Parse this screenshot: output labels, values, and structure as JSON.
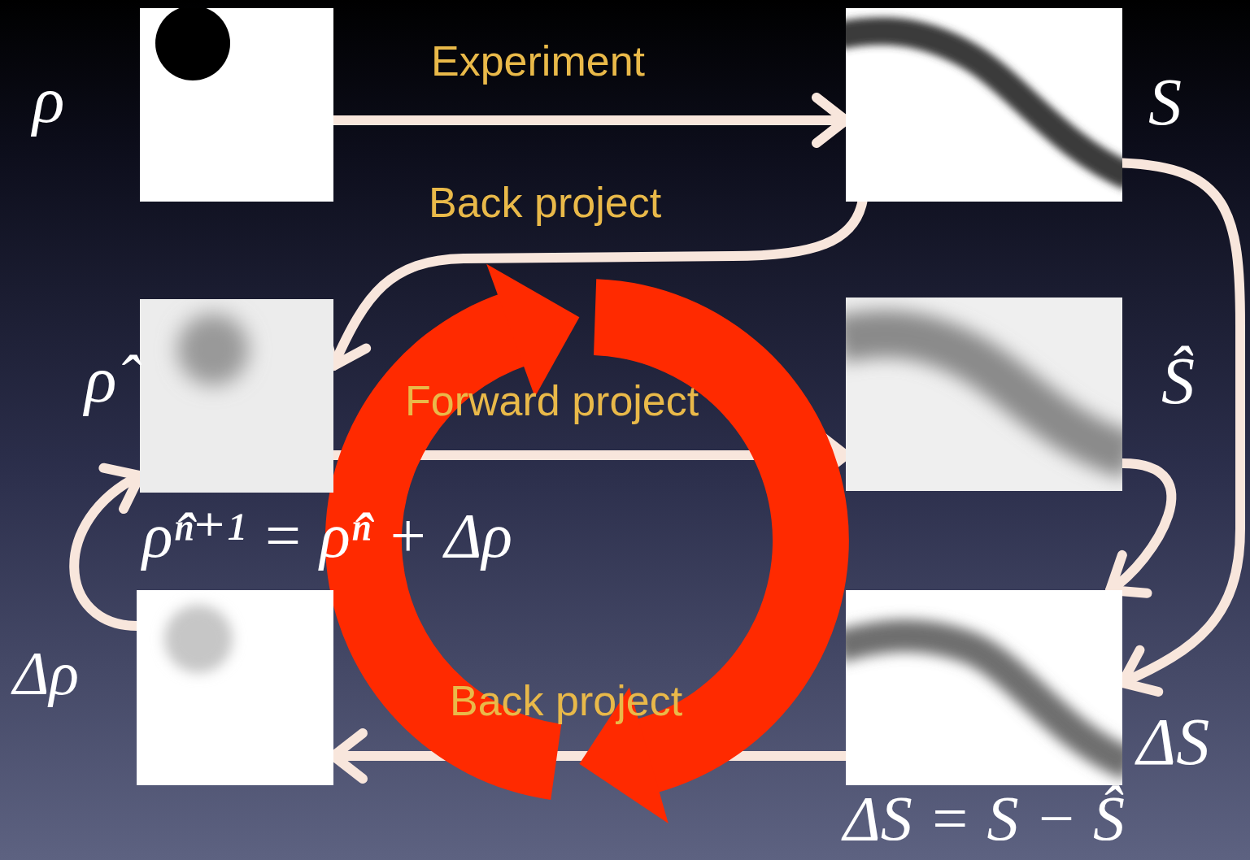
{
  "diagram": {
    "nodes": [
      {
        "text": [
          "ρ"
        ]
      },
      {
        "text": [
          "S"
        ]
      },
      {
        "text": [
          "ρ̂"
        ]
      },
      {
        "text": [
          "Ŝ"
        ]
      },
      {
        "text": [
          "Δρ"
        ]
      },
      {
        "text": [
          "ΔS",
          "ΔS = S − Ŝ"
        ]
      }
    ],
    "edges": [
      {
        "from": 0,
        "to": 1,
        "arrow": "to",
        "label": "Experiment"
      },
      {
        "from": 1,
        "to": 2,
        "arrow": "to",
        "label": "Back project"
      },
      {
        "from": 2,
        "to": 3,
        "arrow": "to",
        "label": "Forward project"
      },
      {
        "from": 1,
        "to": 5,
        "arrow": "to"
      },
      {
        "from": 3,
        "to": 5,
        "arrow": "to"
      },
      {
        "from": 5,
        "to": 4,
        "arrow": "to",
        "label": "Back project"
      },
      {
        "from": 4,
        "to": 2,
        "arrow": "to"
      }
    ],
    "labels": [
      "ρ̂ⁿ⁺¹ = ρ̂ⁿ + Δρ"
    ]
  }
}
